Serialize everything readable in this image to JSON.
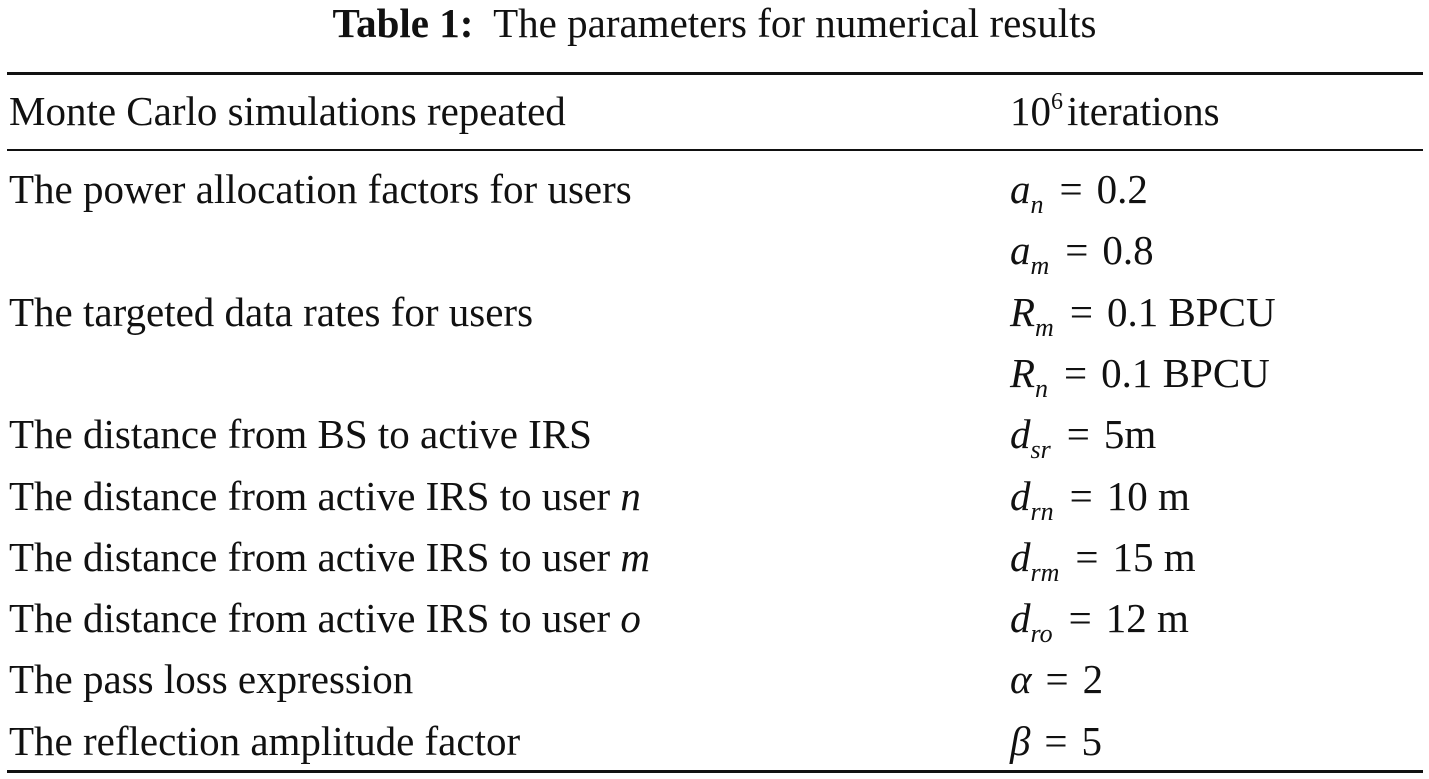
{
  "caption": {
    "label": "Table 1:",
    "text": "The parameters for numerical results"
  },
  "header": {
    "parameter": "Monte Carlo simulations repeated",
    "value_base": "10",
    "value_exp": "6",
    "value_unit": "iterations"
  },
  "rows": [
    {
      "param": "The power allocation factors for users",
      "param_var": "",
      "sym": "a",
      "sub": "n",
      "eq": "=",
      "value": "0.2"
    },
    {
      "param": "",
      "param_var": "",
      "sym": "a",
      "sub": "m",
      "eq": "=",
      "value": "0.8"
    },
    {
      "param": "The targeted data rates for users",
      "param_var": "",
      "sym": "R",
      "sub": "m",
      "eq": "=",
      "value": "0.1 BPCU"
    },
    {
      "param": "",
      "param_var": "",
      "sym": "R",
      "sub": "n",
      "eq": "=",
      "value": "0.1 BPCU"
    },
    {
      "param": "The distance from BS to active IRS",
      "param_var": "",
      "sym": "d",
      "sub": "sr",
      "eq": "=",
      "value": "5m"
    },
    {
      "param": "The distance from active IRS to user",
      "param_var": "n",
      "sym": "d",
      "sub": "rn",
      "eq": "=",
      "value": "10 m"
    },
    {
      "param": "The distance from active IRS to user",
      "param_var": "m",
      "sym": "d",
      "sub": "rm",
      "eq": "=",
      "value": "15 m"
    },
    {
      "param": "The distance from active IRS to user",
      "param_var": "o",
      "sym": "d",
      "sub": "ro",
      "eq": "=",
      "value": "12 m"
    },
    {
      "param": "The pass loss expression",
      "param_var": "",
      "sym": "α",
      "sub": "",
      "eq": "=",
      "value": "2"
    },
    {
      "param": "The reflection amplitude factor",
      "param_var": "",
      "sym": "β",
      "sub": "",
      "eq": "=",
      "value": "5"
    }
  ]
}
